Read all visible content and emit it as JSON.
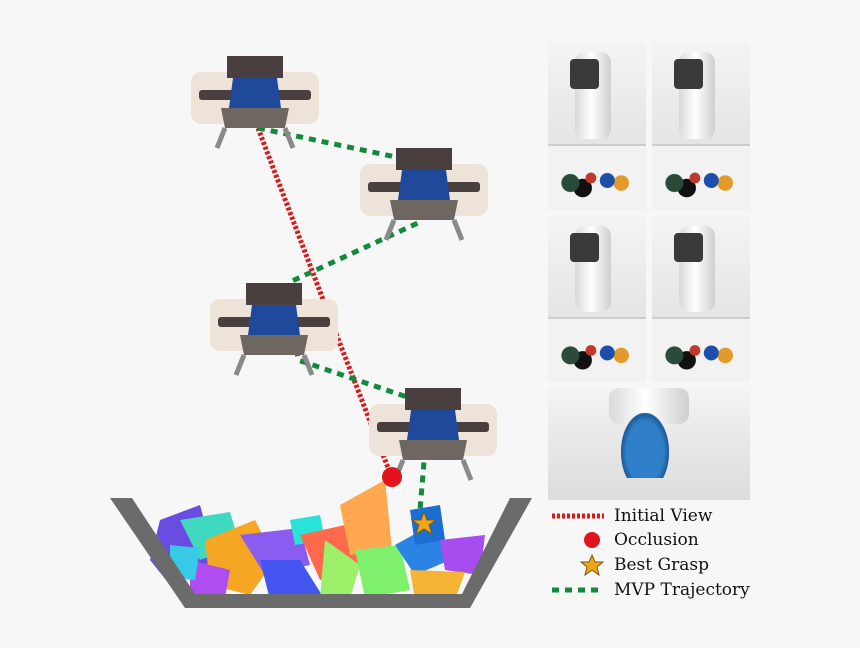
{
  "legend": {
    "initial_view": "Initial View",
    "occlusion": "Occlusion",
    "best_grasp": "Best Grasp",
    "mvp_trajectory": "MVP Trajectory"
  },
  "colors": {
    "initial_view_line": "#d91a1a",
    "occlusion_dot": "#e0141a",
    "best_grasp_star": "#f2a516",
    "mvp_trajectory_line": "#128a3d",
    "camera_body": "#eee3d8",
    "camera_dark": "#4a3f3f",
    "camera_blue": "#1f4a9c",
    "bin": "#6b6b6b"
  },
  "icons": [
    "camera-gripper-icon",
    "bin-icon",
    "occlusion-dot-icon",
    "best-grasp-star-icon"
  ],
  "photos": [
    "robot-arm-photo",
    "robot-arm-photo",
    "robot-arm-photo",
    "robot-arm-photo",
    "robot-grasp-photo"
  ]
}
